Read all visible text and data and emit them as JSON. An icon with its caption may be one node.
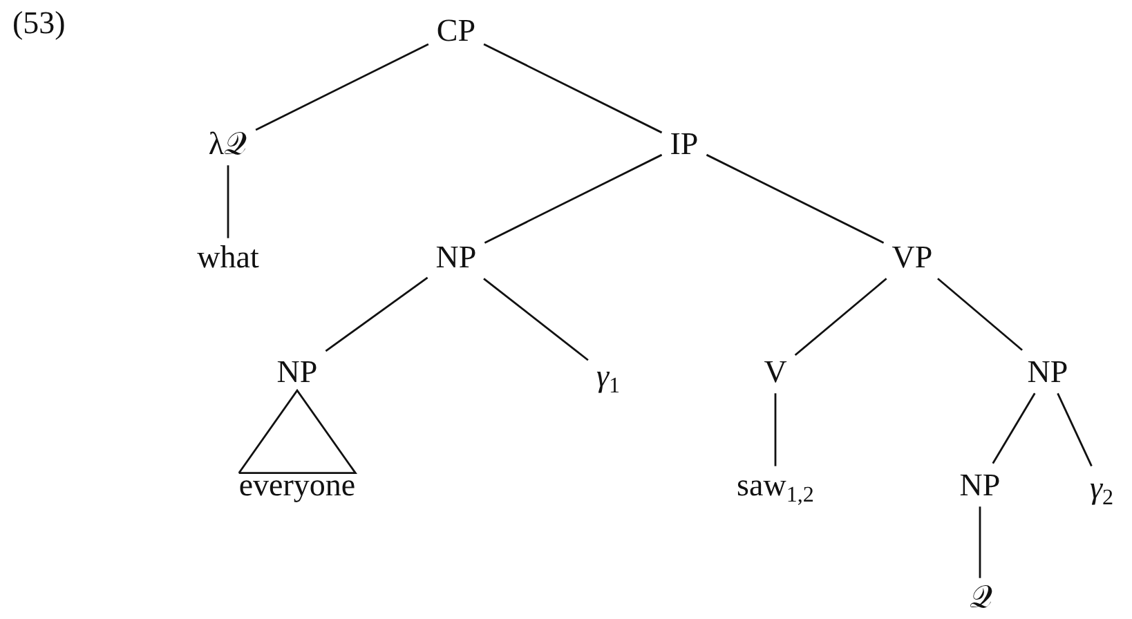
{
  "diagram": {
    "nodes": [
      {
        "text": [
          "CP"
        ]
      },
      {
        "text": [
          "λ𝒬"
        ]
      },
      {
        "text": [
          "IP"
        ]
      },
      {
        "text": [
          "what"
        ]
      },
      {
        "text": [
          "NP"
        ]
      },
      {
        "text": [
          "VP"
        ]
      },
      {
        "text": [
          "NP"
        ]
      },
      {
        "text": [
          "*γ*$_{1}$"
        ]
      },
      {
        "text": [
          "V"
        ]
      },
      {
        "text": [
          "NP"
        ]
      },
      {
        "text": [
          "everyone"
        ]
      },
      {
        "text": [
          "saw$_{1,2}$"
        ]
      },
      {
        "text": [
          "NP"
        ]
      },
      {
        "text": [
          "*γ*$_{2}$"
        ]
      },
      {
        "text": [
          "𝒬"
        ]
      }
    ],
    "edges": [
      {
        "from": 0,
        "to": 1,
        "arrow": "none"
      },
      {
        "from": 0,
        "to": 2,
        "arrow": "none"
      },
      {
        "from": 1,
        "to": 3,
        "arrow": "none"
      },
      {
        "from": 2,
        "to": 4,
        "arrow": "none"
      },
      {
        "from": 2,
        "to": 5,
        "arrow": "none"
      },
      {
        "from": 4,
        "to": 6,
        "arrow": "none"
      },
      {
        "from": 4,
        "to": 7,
        "arrow": "none"
      },
      {
        "from": 5,
        "to": 8,
        "arrow": "none"
      },
      {
        "from": 5,
        "to": 9,
        "arrow": "none"
      },
      {
        "from": 6,
        "to": 10,
        "arrow": "none"
      },
      {
        "from": 8,
        "to": 11,
        "arrow": "none"
      },
      {
        "from": 9,
        "to": 12,
        "arrow": "none"
      },
      {
        "from": 9,
        "to": 13,
        "arrow": "none"
      },
      {
        "from": 12,
        "to": 14,
        "arrow": "none"
      }
    ],
    "labels": [
      "(53)"
    ]
  }
}
